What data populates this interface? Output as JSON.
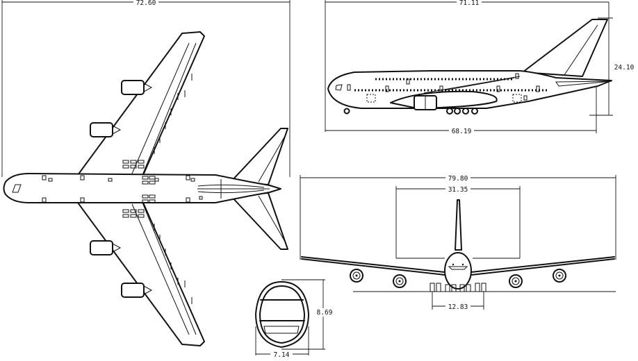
{
  "drawing": {
    "dimensions": {
      "top_view_span": "72.60",
      "side_view_length": "71.11",
      "side_view_height": "24.10",
      "side_view_wheelbase": "68.19",
      "front_view_span": "79.80",
      "front_view_tail_span": "31.35",
      "front_view_gear_track": "12.83",
      "section_height": "8.69",
      "section_width": "7.14"
    }
  }
}
